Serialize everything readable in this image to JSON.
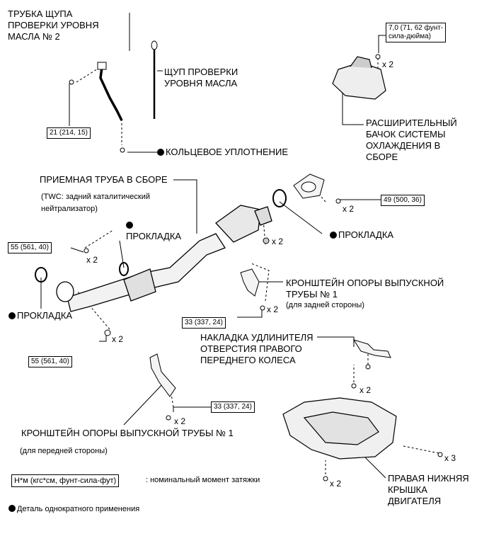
{
  "labels": {
    "dipstick_tube": [
      "ТРУБКА ЩУПА",
      "ПРОВЕРКИ УРОВНЯ",
      "МАСЛА № 2"
    ],
    "dipstick": [
      "ЩУП ПРОВЕРКИ",
      "УРОВНЯ МАСЛА"
    ],
    "oring": "КОЛЬЦЕВОЕ УПЛОТНЕНИЕ",
    "reservoir": [
      "РАСШИРИТЕЛЬНЫЙ",
      "БАЧОК СИСТЕМЫ",
      "ОХЛАЖДЕНИЯ В",
      "СБОРЕ"
    ],
    "front_pipe": "ПРИЕМНАЯ ТРУБА В СБОРЕ",
    "twc_note": [
      "(TWC: задний каталитический",
      "нейтрализатор)"
    ],
    "gasket": "ПРОКЛАДКА",
    "rear_bracket": [
      "КРОНШТЕЙН ОПОРЫ ВЫПУСКНОЙ",
      "ТРУБЫ № 1"
    ],
    "rear_bracket_note": "(для задней стороны)",
    "fender_ext": [
      "НАКЛАДКА УДЛИНИТЕЛЯ",
      "ОТВЕРСТИЯ ПРАВОГО",
      "ПЕРЕДНЕГО КОЛЕСА"
    ],
    "front_bracket": "КРОНШТЕЙН ОПОРЫ ВЫПУСКНОЙ ТРУБЫ № 1",
    "front_bracket_note": "(для передней стороны)",
    "undercover": [
      "ПРАВАЯ НИЖНЯЯ",
      "КРЫШКА",
      "ДВИГАТЕЛЯ"
    ]
  },
  "torques": {
    "reservoir": [
      "7,0 (71, 62 фунт-",
      "сила-дюйма)"
    ],
    "dipstick_tube": "21 (214, 15)",
    "front_pipe_rear": "49 (500, 36)",
    "front_pipe_mid": "55 (561, 40)",
    "front_pipe_lower": "55 (561, 40)",
    "rear_bracket": "33 (337, 24)",
    "front_bracket": "33 (337, 24)"
  },
  "quantities": {
    "reservoir": "x 2",
    "front_pipe_rear": "x 2",
    "flange_nut": "x 2",
    "front_pipe_mid": "x 2",
    "rear_bracket": "x 2",
    "front_pipe_lower": "x 2",
    "fender_ext": "x 2",
    "front_bracket": "x 2",
    "undercover_right": "x 3",
    "undercover_left": "x 2"
  },
  "legend": {
    "torque_format": "Н*м (кгс*см, фунт-сила-фут)",
    "torque_desc": ": номинальный момент затяжки",
    "single_use": "Деталь однократного применения"
  }
}
